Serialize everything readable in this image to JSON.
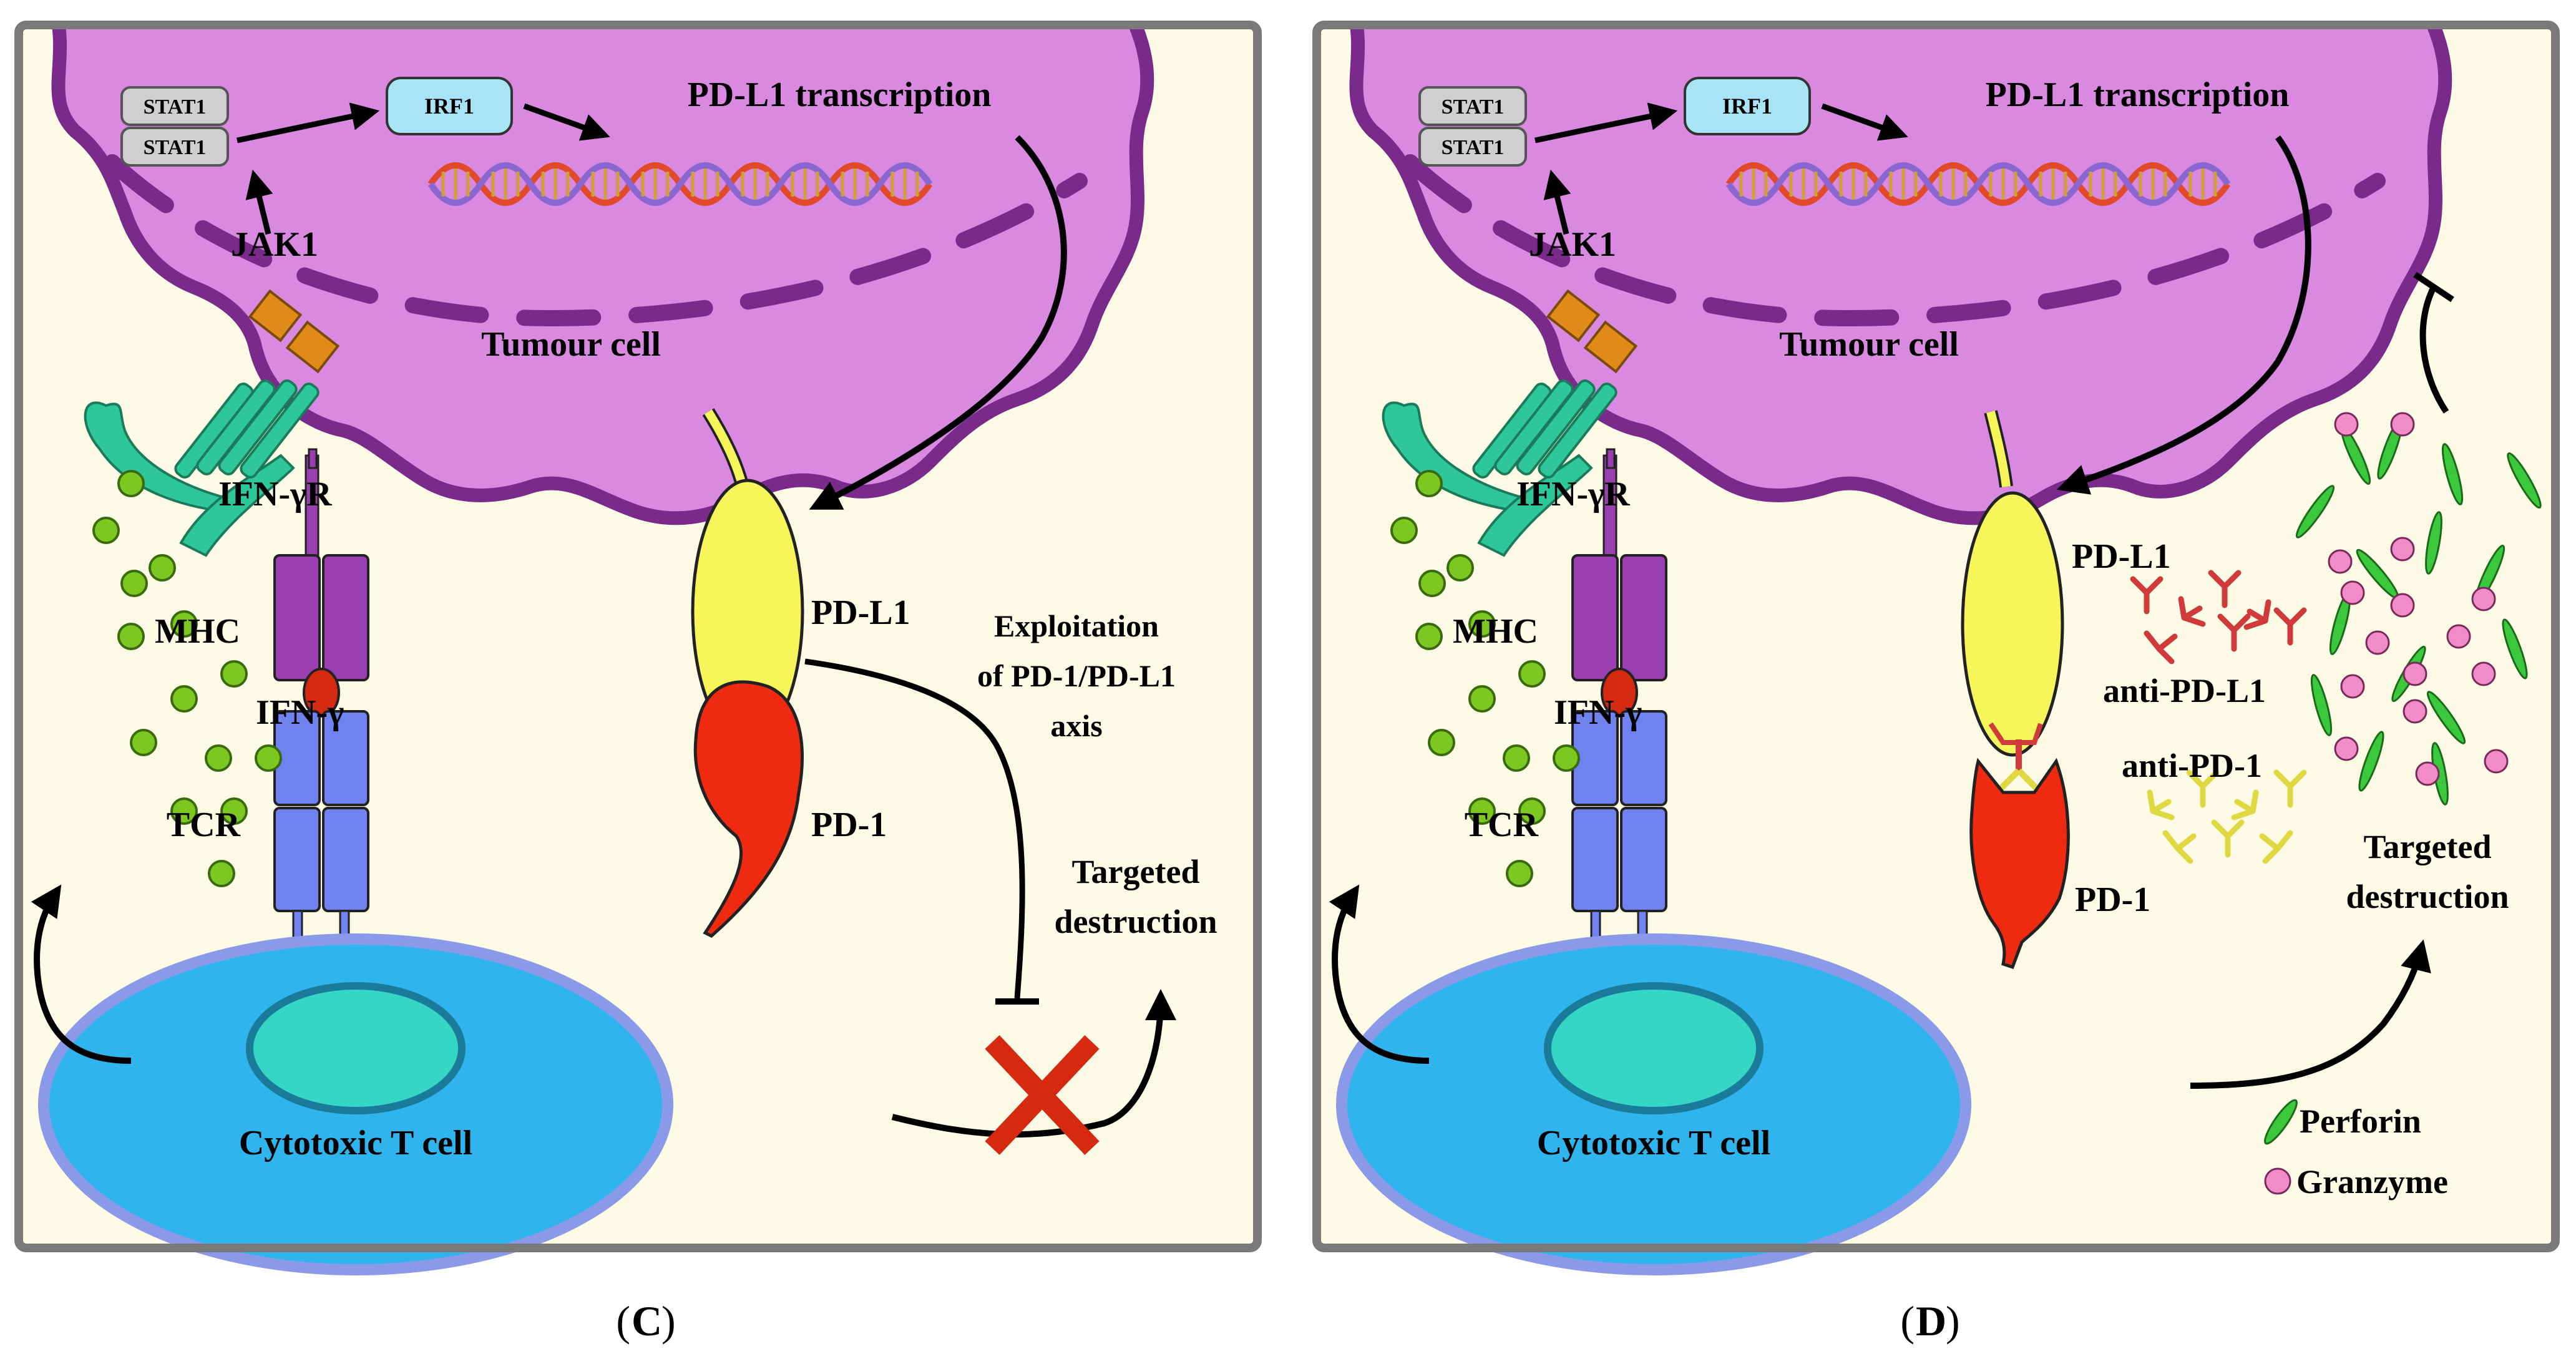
{
  "panel_c": {
    "caption_open": "(",
    "caption_letter": "C",
    "caption_close": ")",
    "stat1_top": "STAT1",
    "stat1_bottom": "STAT1",
    "irf1": "IRF1",
    "pdl1_transcription": "PD-L1 transcription",
    "jak1": "JAK1",
    "tumour_cell": "Tumour cell",
    "ifn_gamma_r": "IFN-γR",
    "ifn_gamma": "IFN-γ",
    "mhc": "MHC",
    "tcr": "TCR",
    "pd_l1": "PD-L1",
    "pd_1": "PD-1",
    "exploitation_line1": "Exploitation",
    "exploitation_line2": "of PD-1/PD-L1",
    "exploitation_line3": "axis",
    "targeted_line1": "Targeted",
    "targeted_line2": "destruction",
    "cytotoxic_t_cell": "Cytotoxic T cell"
  },
  "panel_d": {
    "caption_open": "(",
    "caption_letter": "D",
    "caption_close": ")",
    "stat1_top": "STAT1",
    "stat1_bottom": "STAT1",
    "irf1": "IRF1",
    "pdl1_transcription": "PD-L1 transcription",
    "jak1": "JAK1",
    "tumour_cell": "Tumour cell",
    "ifn_gamma_r": "IFN-γR",
    "ifn_gamma": "IFN-γ",
    "mhc": "MHC",
    "tcr": "TCR",
    "pd_l1": "PD-L1",
    "pd_1": "PD-1",
    "anti_pd_l1": "anti-PD-L1",
    "anti_pd_1": "anti-PD-1",
    "targeted_line1": "Targeted",
    "targeted_line2": "destruction",
    "cytotoxic_t_cell": "Cytotoxic T cell",
    "legend_perforin": "Perforin",
    "legend_granzyme": "Granzyme"
  },
  "colors": {
    "panel_background": "#fdfbe6",
    "frame": "#7a7a7a",
    "tumour_fill": "#d98ae0",
    "tumour_edge": "#7a2a8a",
    "t_cell_fill": "#2fb4ee",
    "t_cell_nucleus": "#36d6c6",
    "mhc": "#9a3fb0",
    "tcr": "#6f82f0",
    "pd_l1": "#f6f65a",
    "pd_1": "#f02a10",
    "ifn_gamma": "#7cc820",
    "receptor": "#2dc79a",
    "jak1": "#e08a1a",
    "irf1": "#a8e4f6",
    "stat1": "#cfcfcf",
    "anti_pd_l1": "#d03a3a",
    "anti_pd_1": "#e0d840",
    "perforin": "#3cc83c",
    "granzyme": "#f08cc8",
    "block_x": "#d62a10"
  },
  "icons": {
    "block": "red-x-icon",
    "inhibit": "inhibition-bar-icon",
    "dna": "dna-helix-icon"
  }
}
